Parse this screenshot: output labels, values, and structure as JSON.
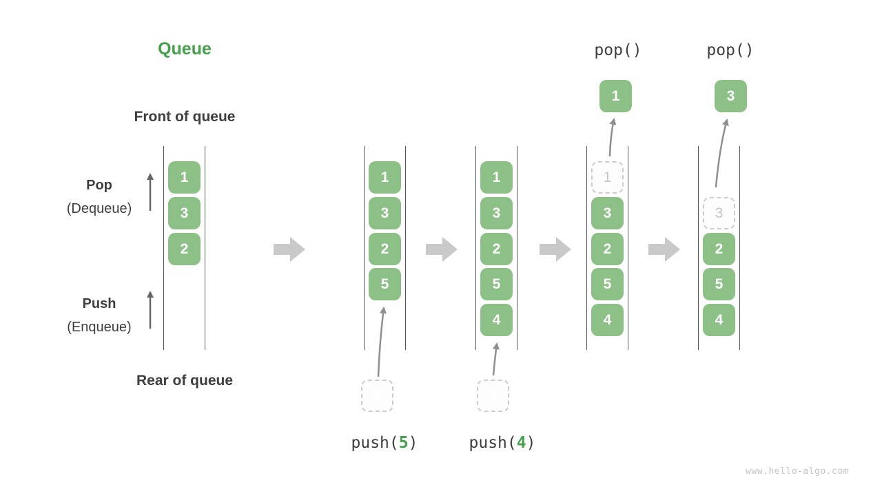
{
  "title": "Queue",
  "watermark": "www.hello-algo.com",
  "side_labels": {
    "front": "Front of queue",
    "rear": "Rear of queue",
    "pop": "Pop",
    "pop_sub": "(Dequeue)",
    "push": "Push",
    "push_sub": "(Enqueue)"
  },
  "colors": {
    "accent_green": "#44A04A",
    "box_green": "#8DC086",
    "box_text": "#FFFFFF",
    "text_dark": "#3E3E3E",
    "ghost_gray": "#CDCDCD",
    "flow_arrow_gray": "#C9C9C9",
    "curve_arrow_gray": "#8F8F8F",
    "rail_gray": "#555555",
    "watermark_gray": "#C4C4C4"
  },
  "columns": [
    {
      "id": "state-initial",
      "slots": [
        "1",
        "3",
        "2"
      ]
    },
    {
      "id": "state-after-push-5",
      "slots": [
        "1",
        "3",
        "2",
        "5"
      ],
      "incoming_value": "5",
      "op": {
        "prefix": "push(",
        "arg": "5",
        "suffix": ")"
      }
    },
    {
      "id": "state-after-push-4",
      "slots": [
        "1",
        "3",
        "2",
        "5",
        "4"
      ],
      "incoming_value": "4",
      "op": {
        "prefix": "push(",
        "arg": "4",
        "suffix": ")"
      }
    },
    {
      "id": "state-after-pop-1",
      "ghost_value": "1",
      "slots": [
        "3",
        "2",
        "5",
        "4"
      ],
      "popped_value": "1",
      "op_label": "pop()"
    },
    {
      "id": "state-after-pop-3",
      "ghost_value": "3",
      "slots": [
        "2",
        "5",
        "4"
      ],
      "popped_value": "3",
      "op_label": "pop()"
    }
  ]
}
